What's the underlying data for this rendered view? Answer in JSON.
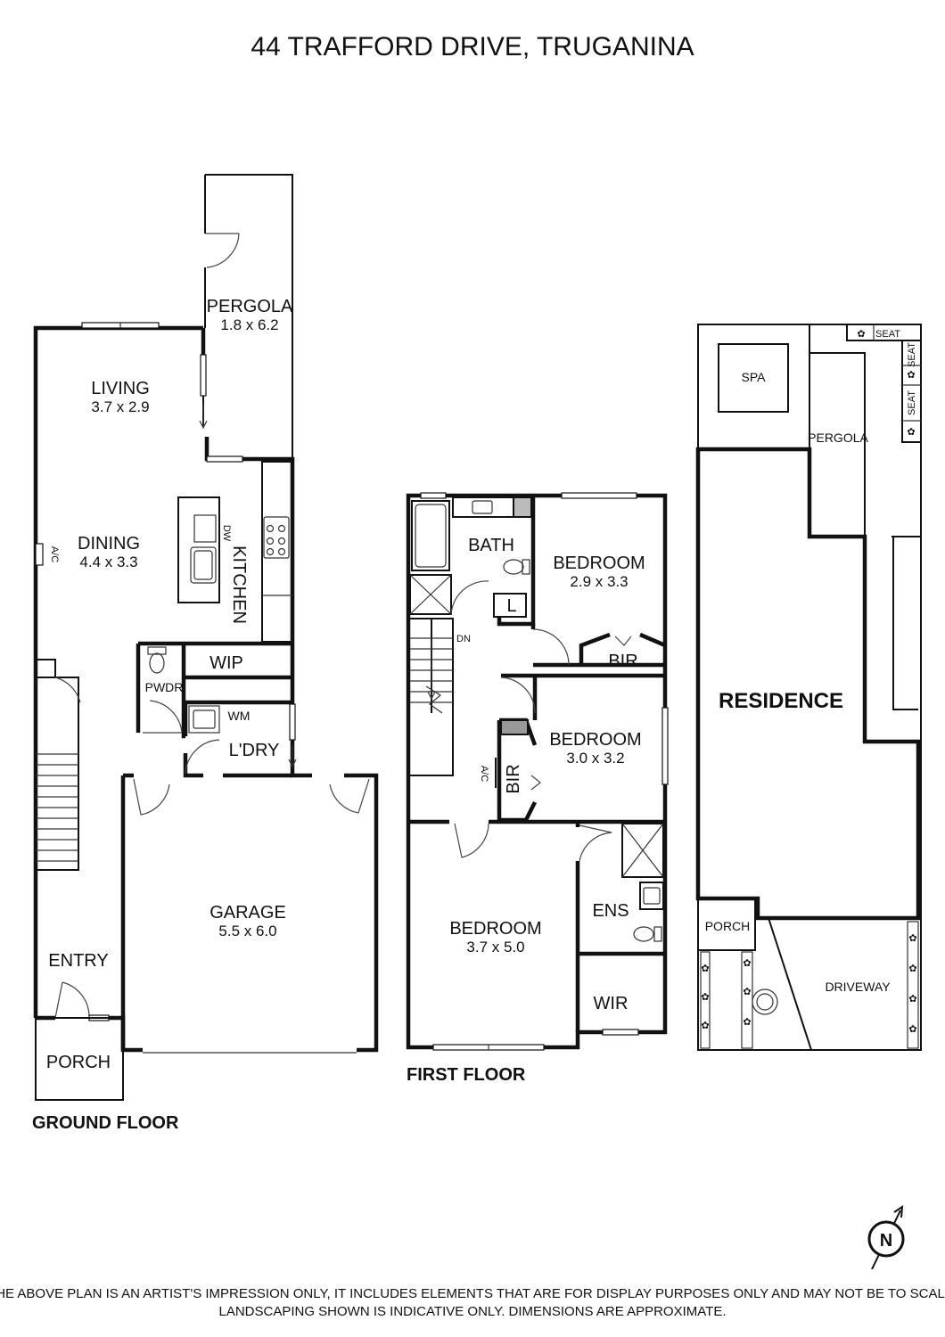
{
  "title": "44 TRAFFORD DRIVE, TRUGANINA",
  "ground_floor": {
    "label": "GROUND FLOOR",
    "pergola": {
      "name": "PERGOLA",
      "dims": "1.8 x 6.2"
    },
    "living": {
      "name": "LIVING",
      "dims": "3.7 x 2.9"
    },
    "dining": {
      "name": "DINING",
      "dims": "4.4 x 3.3"
    },
    "kitchen": {
      "name": "KITCHEN"
    },
    "dw": "DW",
    "ac": "A/C",
    "wip": "WIP",
    "pwdr": "PWDR",
    "wm": "WM",
    "laundry": "L'DRY",
    "garage": {
      "name": "GARAGE",
      "dims": "5.5 x 6.0"
    },
    "entry": "ENTRY",
    "porch": "PORCH"
  },
  "first_floor": {
    "label": "FIRST FLOOR",
    "bath": "BATH",
    "linen": "L",
    "dn": "DN",
    "bedroom1": {
      "name": "BEDROOM",
      "dims": "2.9 x 3.3"
    },
    "bir1": "BIR",
    "bedroom2": {
      "name": "BEDROOM",
      "dims": "3.0 x 3.2"
    },
    "bir2": "BIR",
    "ac": "A/C",
    "bedroom3": {
      "name": "BEDROOM",
      "dims": "3.7 x 5.0"
    },
    "ens": "ENS",
    "wir": "WIR"
  },
  "site_plan": {
    "spa": "SPA",
    "pergola": "PERGOLA",
    "seats": [
      "SEAT",
      "SEAT",
      "SEAT"
    ],
    "residence": "RESIDENCE",
    "porch": "PORCH",
    "driveway": "DRIVEWAY"
  },
  "north": "N",
  "disclaimer": {
    "line1": "THE ABOVE PLAN IS AN ARTIST'S IMPRESSION ONLY, IT INCLUDES ELEMENTS THAT ARE FOR DISPLAY PURPOSES ONLY AND MAY NOT BE TO SCALE.",
    "line2": "LANDSCAPING SHOWN IS INDICATIVE ONLY. DIMENSIONS ARE APPROXIMATE."
  }
}
